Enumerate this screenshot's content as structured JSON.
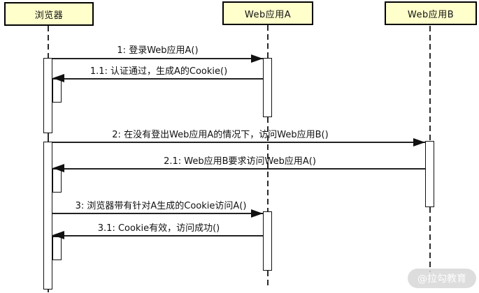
{
  "diagram": {
    "type": "uml-sequence",
    "actors": [
      {
        "id": "browser",
        "label": "浏览器"
      },
      {
        "id": "appA",
        "label": "Web应用A"
      },
      {
        "id": "appB",
        "label": "Web应用B"
      }
    ],
    "messages": [
      {
        "id": "1",
        "label": "1: 登录Web应用A()",
        "from": "browser",
        "to": "appA",
        "kind": "call"
      },
      {
        "id": "1.1",
        "label": "1.1: 认证通过，生成A的Cookie()",
        "from": "appA",
        "to": "browser",
        "kind": "return"
      },
      {
        "id": "2",
        "label": "2: 在没有登出Web应用A的情况下，访问Web应用B()",
        "from": "browser",
        "to": "appB",
        "kind": "call"
      },
      {
        "id": "2.1",
        "label": "2.1: Web应用B要求访问Web应用A()",
        "from": "appB",
        "to": "browser",
        "kind": "return"
      },
      {
        "id": "3",
        "label": "3: 浏览器带有针对A生成的Cookie访问A()",
        "from": "browser",
        "to": "appA",
        "kind": "call"
      },
      {
        "id": "3.1",
        "label": "3.1: Cookie有效，访问成功()",
        "from": "appA",
        "to": "browser",
        "kind": "return"
      }
    ],
    "watermark": "@拉勾教育",
    "colors": {
      "actor_fill": "#FFFFCC",
      "actor_border": "#000000",
      "line": "#222222",
      "background": "#FFFFFF",
      "watermark_bg": "#D7D7D7",
      "watermark_text": "#FFFFFF"
    }
  }
}
